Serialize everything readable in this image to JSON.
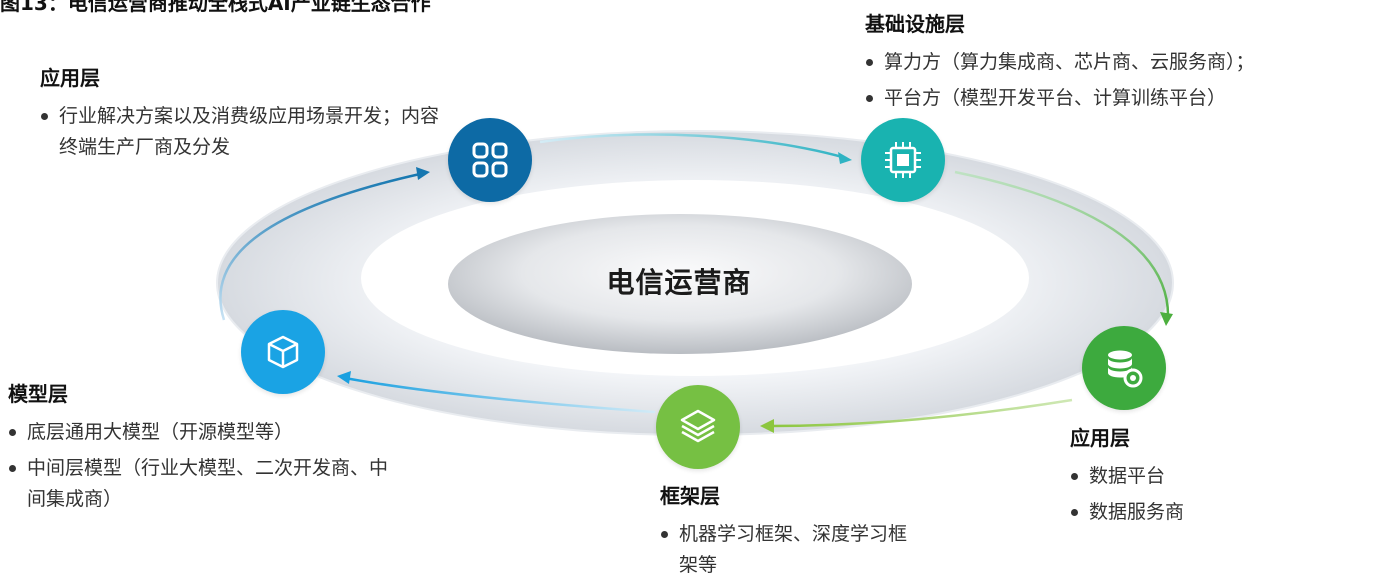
{
  "figure_title": "图13：电信运营商推动全栈式AI产业链生态合作",
  "center": {
    "label": "电信运营商"
  },
  "layers": {
    "app_top": {
      "title": "应用层",
      "items": [
        "行业解决方案以及消费级应用场景开发；内容终端生产厂商及分发"
      ],
      "icon": "app-grid-icon",
      "color": "#0d6aa5"
    },
    "infra": {
      "title": "基础设施层",
      "items": [
        "算力方（算力集成商、芯片商、云服务商）；",
        "平台方（模型开发平台、计算训练平台）"
      ],
      "icon": "cpu-chip-icon",
      "color": "#19b3b0"
    },
    "data": {
      "title": "应用层",
      "items": [
        "数据平台",
        "数据服务商"
      ],
      "icon": "database-gear-icon",
      "color": "#3daa3e"
    },
    "framework": {
      "title": "框架层",
      "items": [
        "机器学习框架、深度学习框架等"
      ],
      "icon": "layers-stack-icon",
      "color": "#76c043"
    },
    "model": {
      "title": "模型层",
      "items": [
        "底层通用大模型（开源模型等）",
        "中间层模型（行业大模型、二次开发商、中间集成商）"
      ],
      "icon": "cube-icon",
      "color": "#1aa3e4"
    }
  }
}
